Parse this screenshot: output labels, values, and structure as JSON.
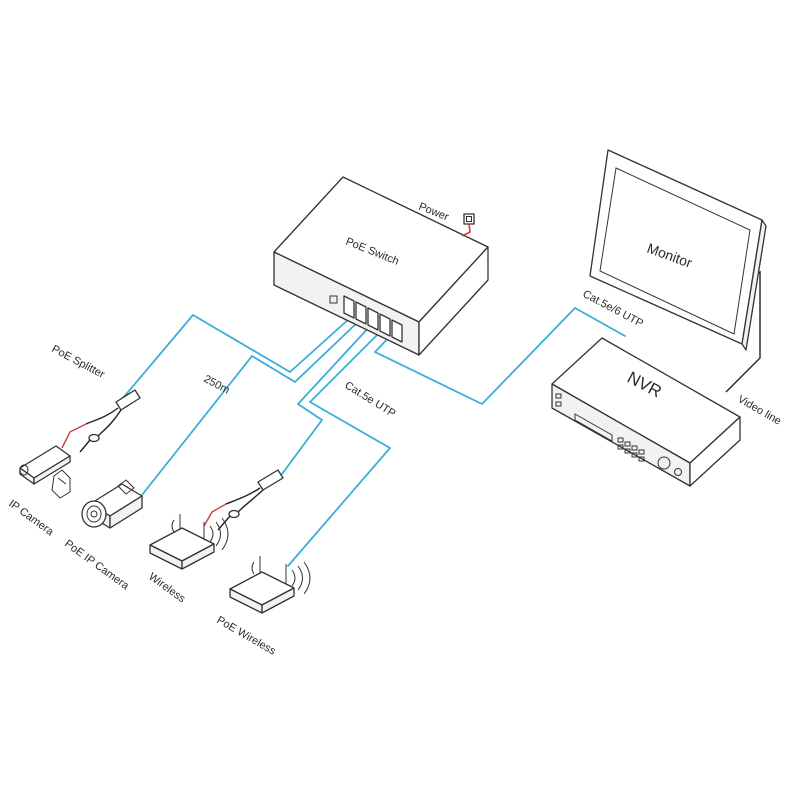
{
  "labels": {
    "power": "Power",
    "poe_switch": "PoE Switch",
    "monitor": "Monitor",
    "nvr": "NVR",
    "cat5e6_utp": "Cat.5e/6 UTP",
    "video_line": "Video line",
    "poe_splitter": "PoE Splitter",
    "distance": "250m",
    "cat5e_utp": "Cat.5e UTP",
    "ip_camera": "IP Camera",
    "poe_ip_camera": "PoE IP Camera",
    "wireless": "Wireless",
    "poe_wireless": "PoE Wireless"
  },
  "colors": {
    "cable": "#3aaed8",
    "power_wire": "#d23b3b",
    "outline": "#333333"
  }
}
